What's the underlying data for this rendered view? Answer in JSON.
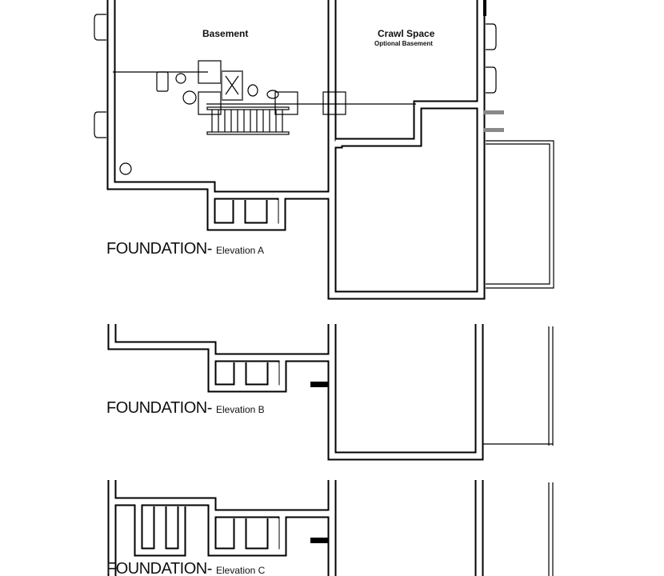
{
  "rooms": {
    "basement": "Basement",
    "crawl_space": "Crawl Space",
    "crawl_space_note": "Optional Basement"
  },
  "sections": [
    {
      "title": "FOUNDATION-",
      "elevation": "Elevation A"
    },
    {
      "title": "FOUNDATION-",
      "elevation": "Elevation B"
    },
    {
      "title": "FOUNDATION-",
      "elevation": "Elevation C"
    }
  ]
}
